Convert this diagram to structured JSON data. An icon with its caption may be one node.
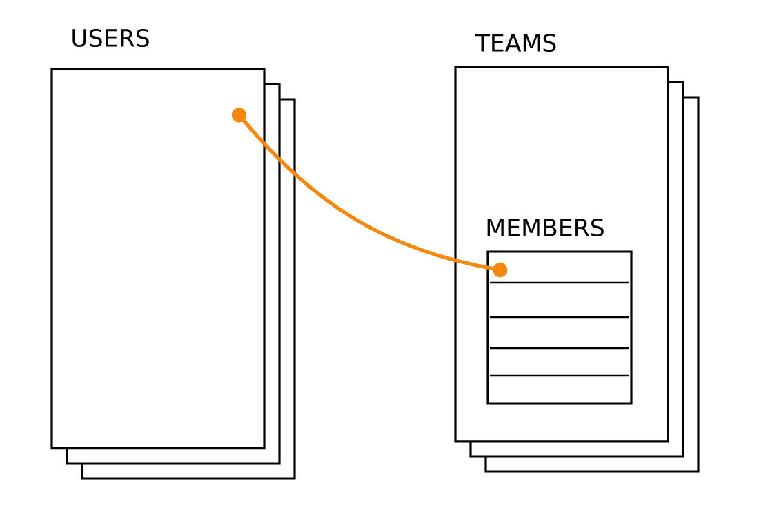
{
  "diagram": {
    "nodes": [
      {
        "text": [
          "USERS"
        ]
      },
      {
        "text": [
          "TEAMS"
        ]
      },
      {
        "text": [
          "MEMBERS"
        ],
        "in": 1
      }
    ],
    "edges": [
      {
        "from": 0,
        "to": 2,
        "arrow": "other",
        "color": "#f7880f"
      }
    ]
  }
}
